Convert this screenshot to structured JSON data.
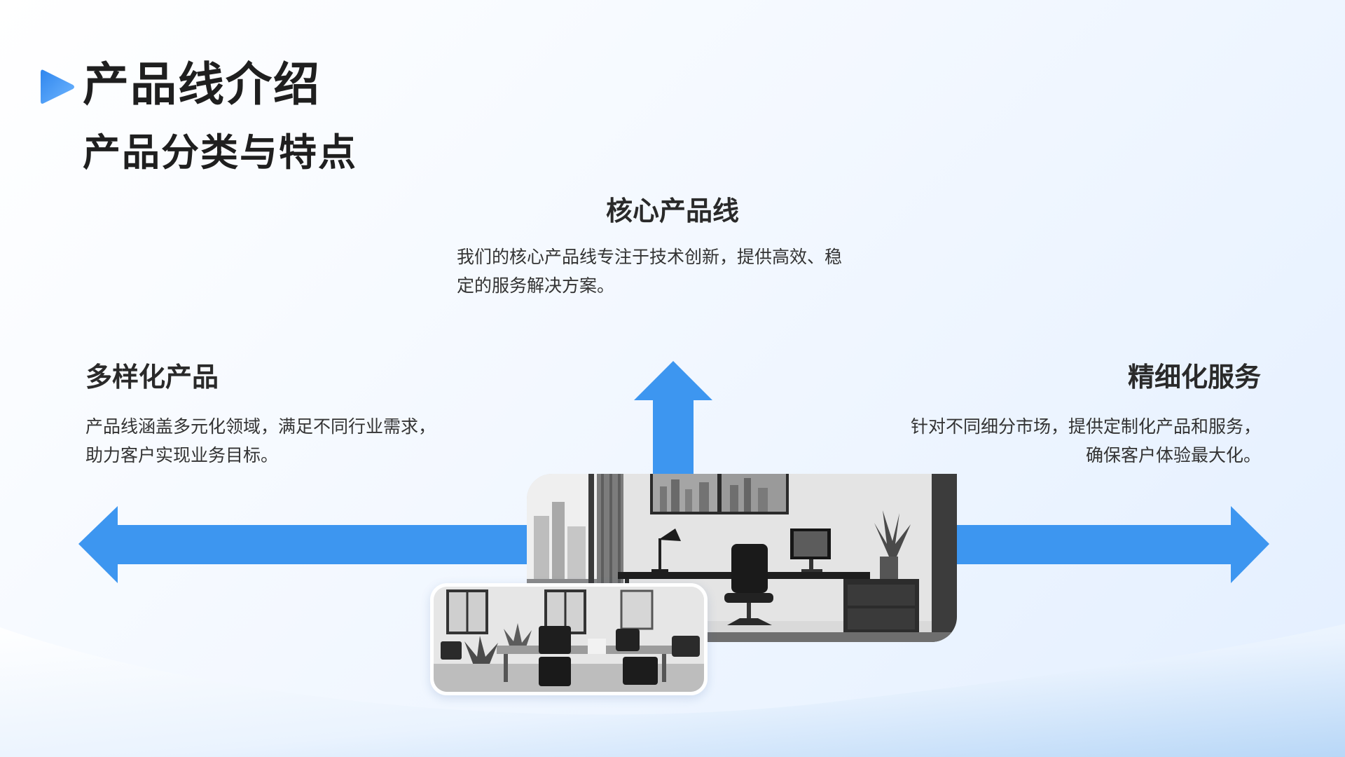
{
  "header": {
    "title": "产品线介绍",
    "subtitle": "产品分类与特点",
    "play_icon": "play-triangle-icon"
  },
  "colors": {
    "accent": "#3d96f0",
    "heading": "#1f1f1f",
    "wave": "#b9d8f8"
  },
  "sections": {
    "core": {
      "heading": "核心产品线",
      "desc_line1": "我们的核心产品线专注于技术创新，提供高效、稳",
      "desc_line2": "定的服务解决方案。"
    },
    "left": {
      "heading": "多样化产品",
      "desc_line1": "产品线涵盖多元化领域，满足不同行业需求，",
      "desc_line2": "助力客户实现业务目标。"
    },
    "right": {
      "heading": "精细化服务",
      "desc_line1": "针对不同细分市场，提供定制化产品和服务，",
      "desc_line2": "确保客户体验最大化。"
    }
  },
  "images": {
    "main": "office-desk-photo",
    "small": "office-meeting-room-photo"
  }
}
